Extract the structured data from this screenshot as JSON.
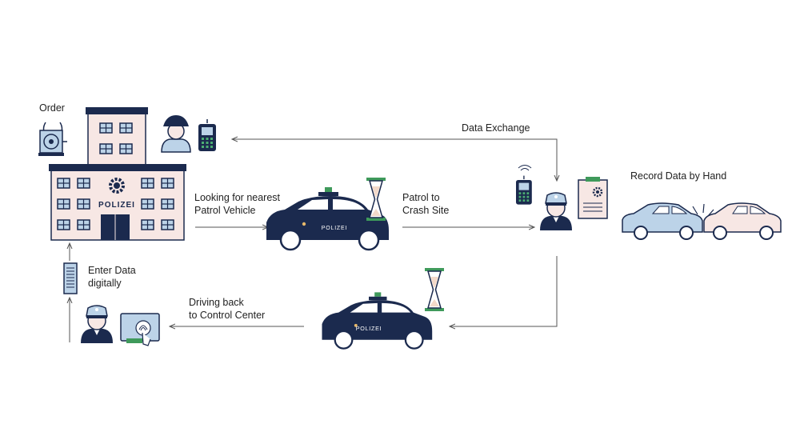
{
  "labels": {
    "order": "Order",
    "looking_line1": "Looking for nearest",
    "looking_line2": "Patrol Vehicle",
    "patrol_line1": "Patrol to",
    "patrol_line2": "Crash Site",
    "data_exchange": "Data Exchange",
    "record_by_hand": "Record Data by Hand",
    "enter_line1": "Enter Data",
    "enter_line2": "digitally",
    "driving_line1": "Driving back",
    "driving_line2": "to Control Center"
  },
  "station_sign": "POLIZEI",
  "car_sign": "POLIZEI",
  "colors": {
    "navy": "#1b2a4e",
    "building": "#f7e7e4",
    "car_light_blue": "#bcd3e8",
    "car_pink": "#f7e7e4",
    "accent_green": "#3f9a5b",
    "line": "#555555"
  },
  "icons": [
    "siren-icon",
    "police-station",
    "officer-icon",
    "radio-icon",
    "hourglass-icon",
    "police-car",
    "clipboard-icon",
    "crashed-cars",
    "server-icon",
    "fingerprint-terminal-icon"
  ]
}
